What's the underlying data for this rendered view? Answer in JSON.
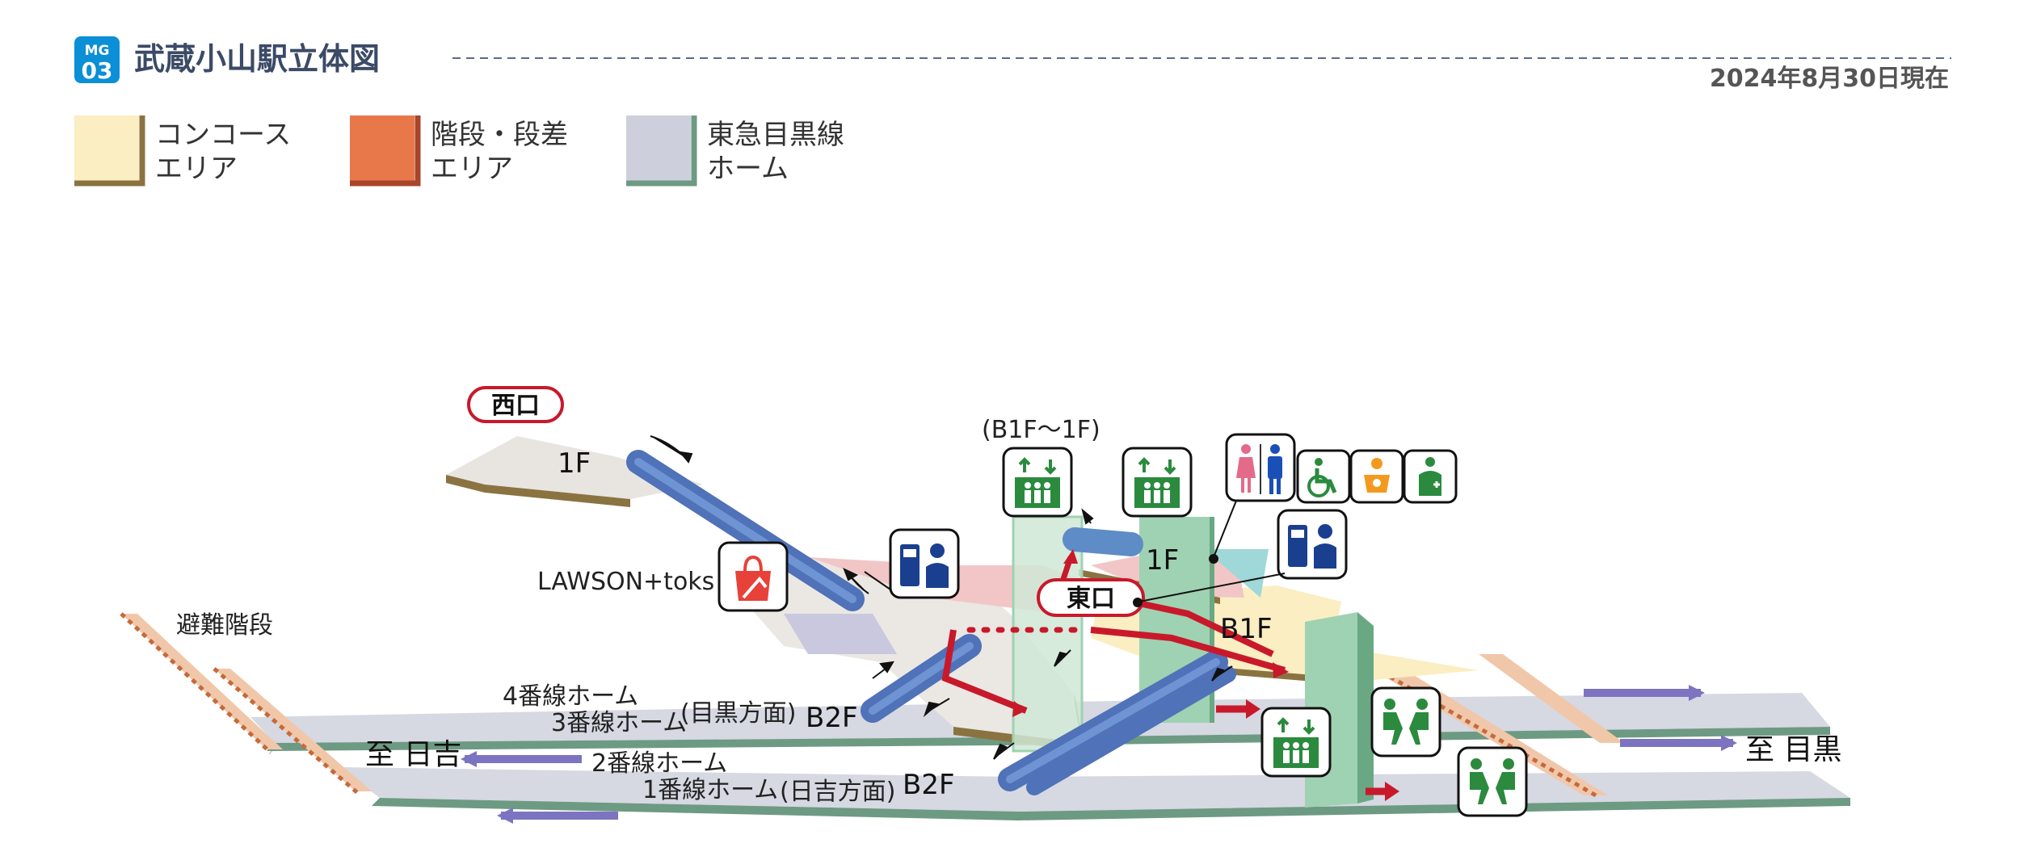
{
  "header": {
    "line_code": "MG",
    "station_number": "03",
    "title": "武蔵小山駅立体図",
    "date": "2024年8月30日現在"
  },
  "legend": [
    {
      "line1": "コンコース",
      "line2": "エリア",
      "color": "#fbeec2",
      "edge": "#8a7340"
    },
    {
      "line1": "階段・段差",
      "line2": "エリア",
      "color": "#e8784a",
      "edge": "#a8452a"
    },
    {
      "line1": "東急目黒線",
      "line2": "ホーム",
      "color": "#cdd0dc",
      "edge": "#6d9a82"
    }
  ],
  "exits": {
    "west": "西口",
    "east": "東口"
  },
  "floors": {
    "west_1f": "1F",
    "east_1f": "1F",
    "b1f": "B1F",
    "b2f_upper": "B2F",
    "b2f_lower": "B2F"
  },
  "labels": {
    "store": "LAWSON+toks",
    "evacuation": "避難階段",
    "elevator_range": "(B1F〜1F)",
    "platform4": "4番線ホーム",
    "platform3": "3番線ホーム",
    "platform3_dir": "(目黒方面)",
    "platform2": "2番線ホーム",
    "platform1": "1番線ホーム",
    "platform1_dir": "(日吉方面)",
    "to_hiyoshi": "至 日吉",
    "to_meguro": "至 目黒"
  },
  "colors": {
    "brand_blue": "#0b8fd6",
    "title_navy": "#3b4a66",
    "escalator_blue": "#4f72b8",
    "route_red": "#c8192b",
    "icon_green": "#2b8a3e",
    "icon_navy": "#1b3f8f",
    "elevator_shaft": "#9fd2b2",
    "platform_gray": "#cdd0dc",
    "concourse": "#fbeec2",
    "arrow_purple": "#7c74c0"
  },
  "icons": [
    "elevator-icon",
    "toilet-icon",
    "wheelchair-icon",
    "baby-care-icon",
    "ostomate-icon",
    "ticket-machine-icon",
    "shopping-icon",
    "waiting-bench-icon"
  ]
}
